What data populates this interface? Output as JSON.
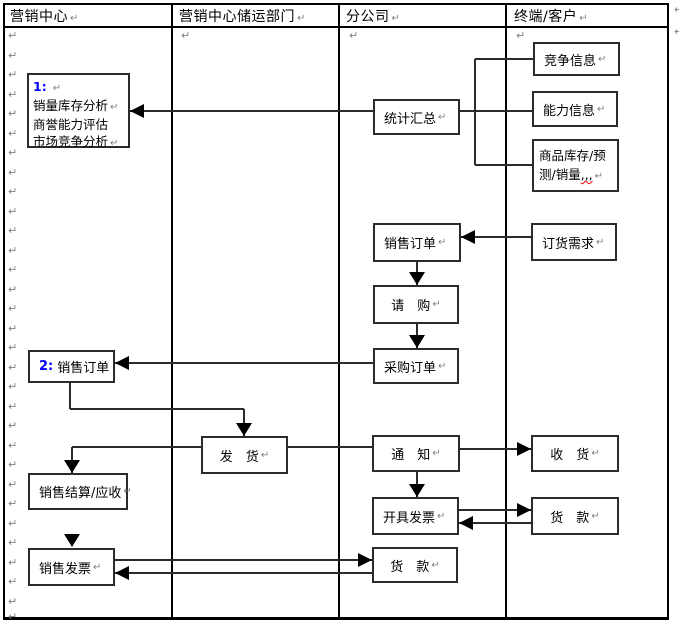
{
  "header": {
    "columns": [
      {
        "label": "营销中心"
      },
      {
        "label": "营销中心储运部门"
      },
      {
        "label": "分公司"
      },
      {
        "label": "终端/客户"
      }
    ]
  },
  "diagram": {
    "nodes": {
      "analysis_summary": {
        "number": "1:",
        "lines": [
          "销量库存分析",
          "商誉能力评估",
          "市场竞争分析"
        ]
      },
      "stat_summary": {
        "label": "统计汇总"
      },
      "competition_info": {
        "label": "竞争信息"
      },
      "capability_info": {
        "label": "能力信息"
      },
      "inventory_forecast": {
        "label": "商品库存/预测/销量",
        "trailing": ",,,"
      },
      "sales_order_branch": {
        "label": "销售订单"
      },
      "order_demand": {
        "label": "订货需求"
      },
      "purchase_request": {
        "label": "请　购"
      },
      "purchase_order": {
        "label": "采购订单"
      },
      "sales_order_center": {
        "number": "2:",
        "label": "销售订单"
      },
      "ship_goods": {
        "label": "发　货"
      },
      "notify": {
        "label": "通　知"
      },
      "receive_goods": {
        "label": "收　货"
      },
      "issue_invoice": {
        "label": "开具发票"
      },
      "payment_customer": {
        "label": "货　款"
      },
      "sales_settlement": {
        "label": "销售结算/应收"
      },
      "sales_invoice": {
        "label": "销售发票"
      },
      "payment_branch": {
        "label": "货　款"
      }
    },
    "marks": {
      "pilcrow": "↵"
    },
    "colors": {
      "number_blue": "#0000ff",
      "squiggle_red": "#ff0000",
      "line_black": "#000000",
      "pilcrow_gray": "#808080"
    }
  }
}
